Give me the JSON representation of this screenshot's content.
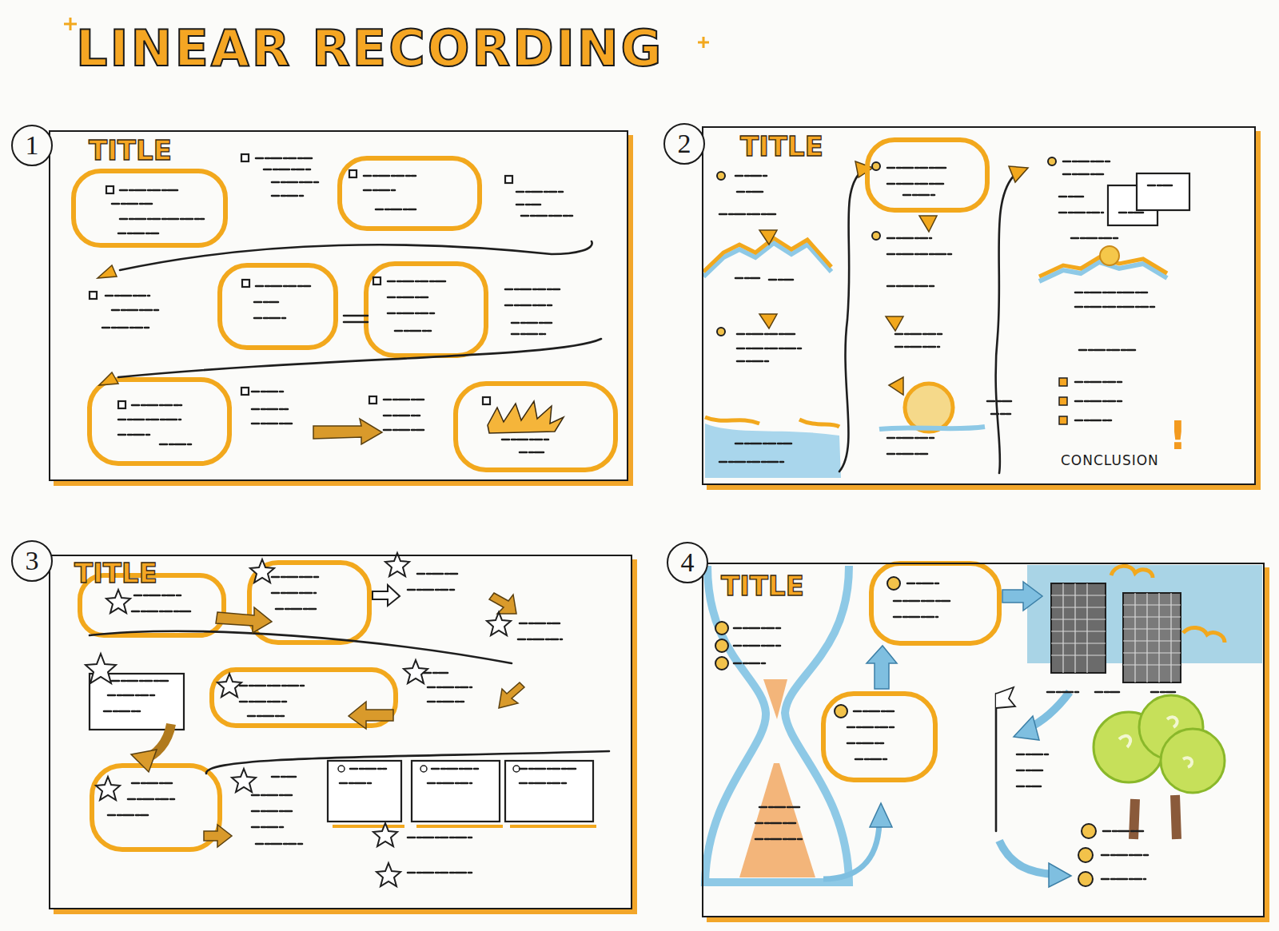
{
  "diagram": {
    "title": "LINEAR RECORDING",
    "nodes": [
      {
        "text": [
          "TITLE"
        ]
      },
      {
        "text": [
          "TITLE"
        ]
      },
      {
        "text": [
          "TITLE"
        ]
      },
      {
        "text": [
          "TITLE"
        ]
      }
    ],
    "labels": [
      "1",
      "2",
      "3",
      "4",
      "CONCLUSION",
      "!"
    ]
  }
}
